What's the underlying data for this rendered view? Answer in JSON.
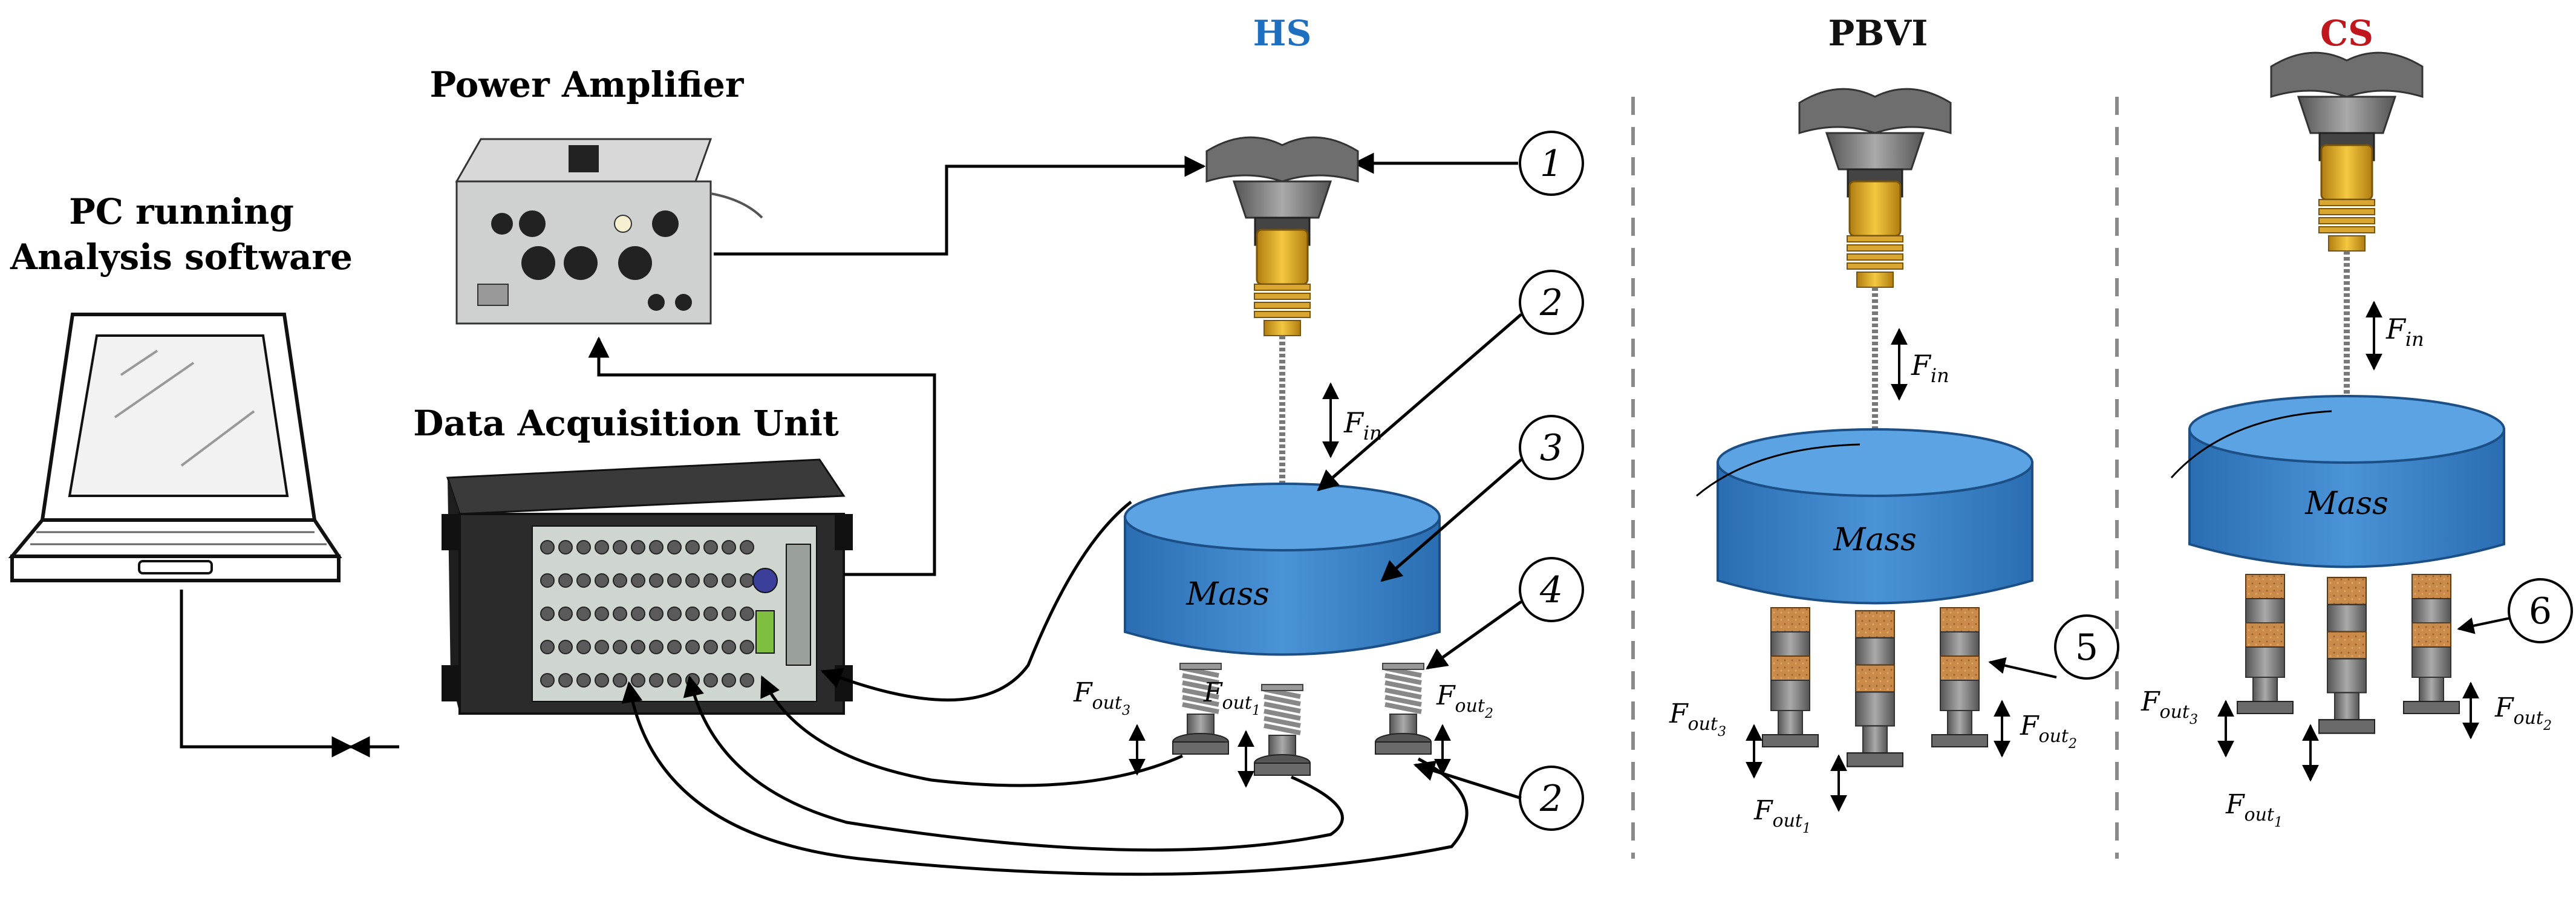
{
  "labels": {
    "pc": [
      "PC running",
      "Analysis software"
    ],
    "amplifier": "Power Amplifier",
    "daq": "Data Acquisition Unit",
    "hs": "HS",
    "pbvi": "PBVI",
    "cs": "CS",
    "mass": "Mass"
  },
  "force": {
    "base": "F",
    "in": "in",
    "out": "out"
  },
  "callouts": [
    "1",
    "2",
    "3",
    "4",
    "2",
    "5",
    "6"
  ],
  "colors": {
    "hs": "#1f6fc0",
    "pbvi": "#111111",
    "cs": "#c0171c",
    "mass": "#3a84c9",
    "stinger": "#e8b22a",
    "divider": "#8a8a8a"
  },
  "icons": [
    "laptop-icon",
    "power-amplifier-icon",
    "data-acquisition-icon",
    "shaker-icon",
    "impedance-head-icon",
    "spring-icon",
    "cork-pad-icon"
  ]
}
